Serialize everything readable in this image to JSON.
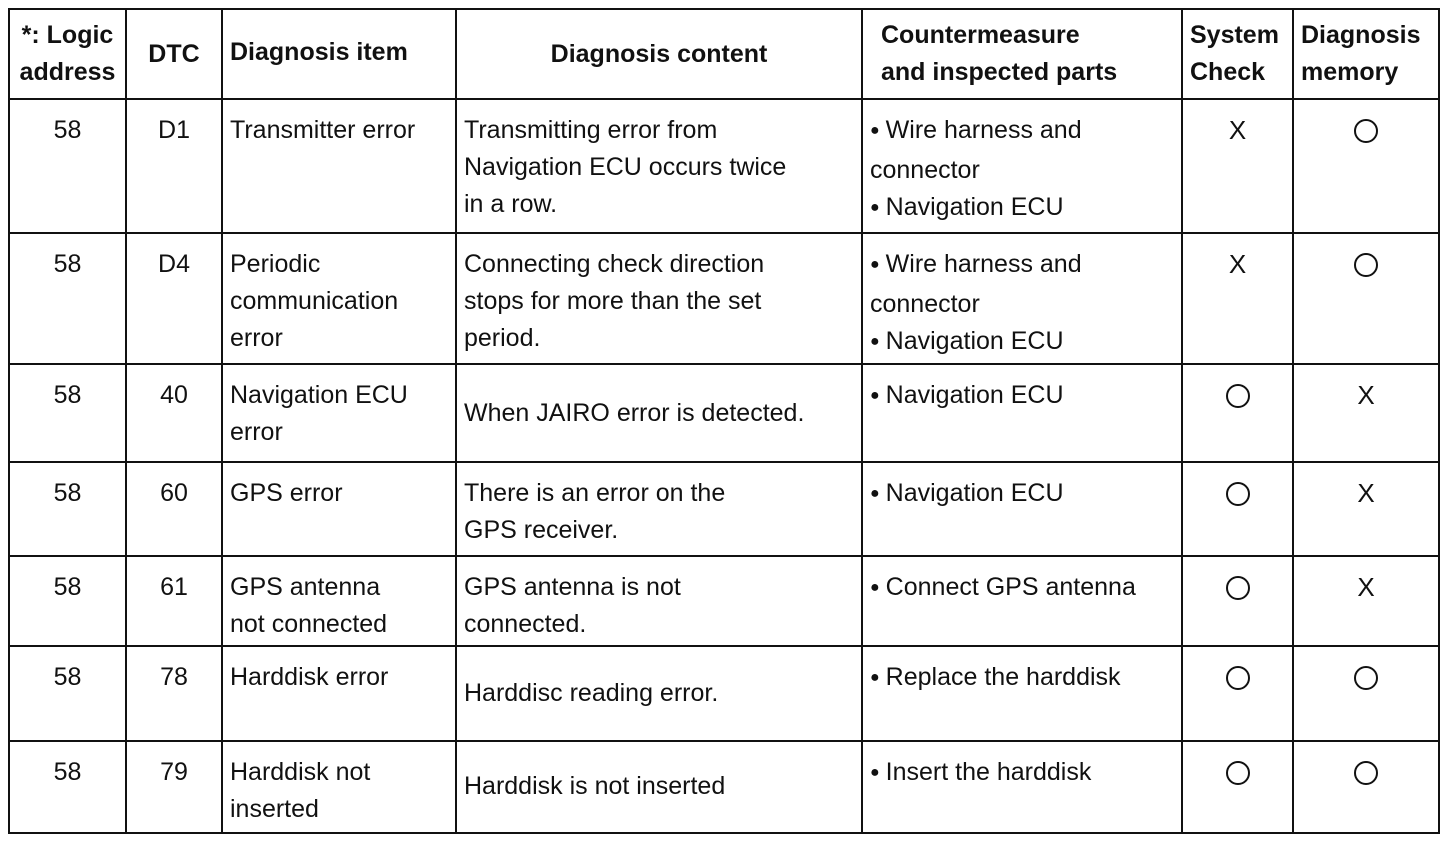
{
  "headers": {
    "logic_address": [
      "*: Logic",
      "address"
    ],
    "dtc": "DTC",
    "diagnosis_item": "Diagnosis item",
    "diagnosis_content": "Diagnosis content",
    "countermeasure": [
      "Countermeasure",
      "and inspected parts"
    ],
    "system_check": [
      "System",
      "Check"
    ],
    "diagnosis_memory": [
      "Diagnosis",
      "memory"
    ]
  },
  "rows": [
    {
      "address": "58",
      "dtc": "D1",
      "item": [
        "Transmitter error"
      ],
      "content": [
        "Transmitting error from",
        "Navigation ECU occurs twice",
        "in a row."
      ],
      "countermeasure": [
        [
          "Wire harness and",
          "connector"
        ],
        [
          "Navigation ECU"
        ]
      ],
      "system_check": "X",
      "diagnosis_memory": "circle"
    },
    {
      "address": "58",
      "dtc": "D4",
      "item": [
        "Periodic",
        "communication",
        "error"
      ],
      "content": [
        "Connecting check direction",
        "stops for more than the set",
        "period."
      ],
      "countermeasure": [
        [
          "Wire harness and",
          "connector"
        ],
        [
          "Navigation ECU"
        ]
      ],
      "system_check": "X",
      "diagnosis_memory": "circle"
    },
    {
      "address": "58",
      "dtc": "40",
      "item": [
        "Navigation ECU",
        "error"
      ],
      "content": [
        "When JAIRO error is detected."
      ],
      "countermeasure": [
        [
          "Navigation ECU"
        ]
      ],
      "system_check": "circle",
      "diagnosis_memory": "X"
    },
    {
      "address": "58",
      "dtc": "60",
      "item": [
        "GPS error"
      ],
      "content": [
        "There is an error on the",
        "GPS receiver."
      ],
      "countermeasure": [
        [
          "Navigation ECU"
        ]
      ],
      "system_check": "circle",
      "diagnosis_memory": "X"
    },
    {
      "address": "58",
      "dtc": "61",
      "item": [
        "GPS antenna",
        "not connected"
      ],
      "content": [
        "GPS antenna is not",
        "connected."
      ],
      "countermeasure": [
        [
          "Connect GPS antenna"
        ]
      ],
      "system_check": "circle",
      "diagnosis_memory": "X"
    },
    {
      "address": "58",
      "dtc": "78",
      "item": [
        "Harddisk error"
      ],
      "content": [
        "Harddisc reading error."
      ],
      "countermeasure": [
        [
          "Replace the harddisk"
        ]
      ],
      "system_check": "circle",
      "diagnosis_memory": "circle"
    },
    {
      "address": "58",
      "dtc": "79",
      "item": [
        "Harddisk not",
        "inserted"
      ],
      "content": [
        "Harddisk is not inserted"
      ],
      "countermeasure": [
        [
          "Insert the harddisk"
        ]
      ],
      "system_check": "circle",
      "diagnosis_memory": "circle"
    }
  ]
}
